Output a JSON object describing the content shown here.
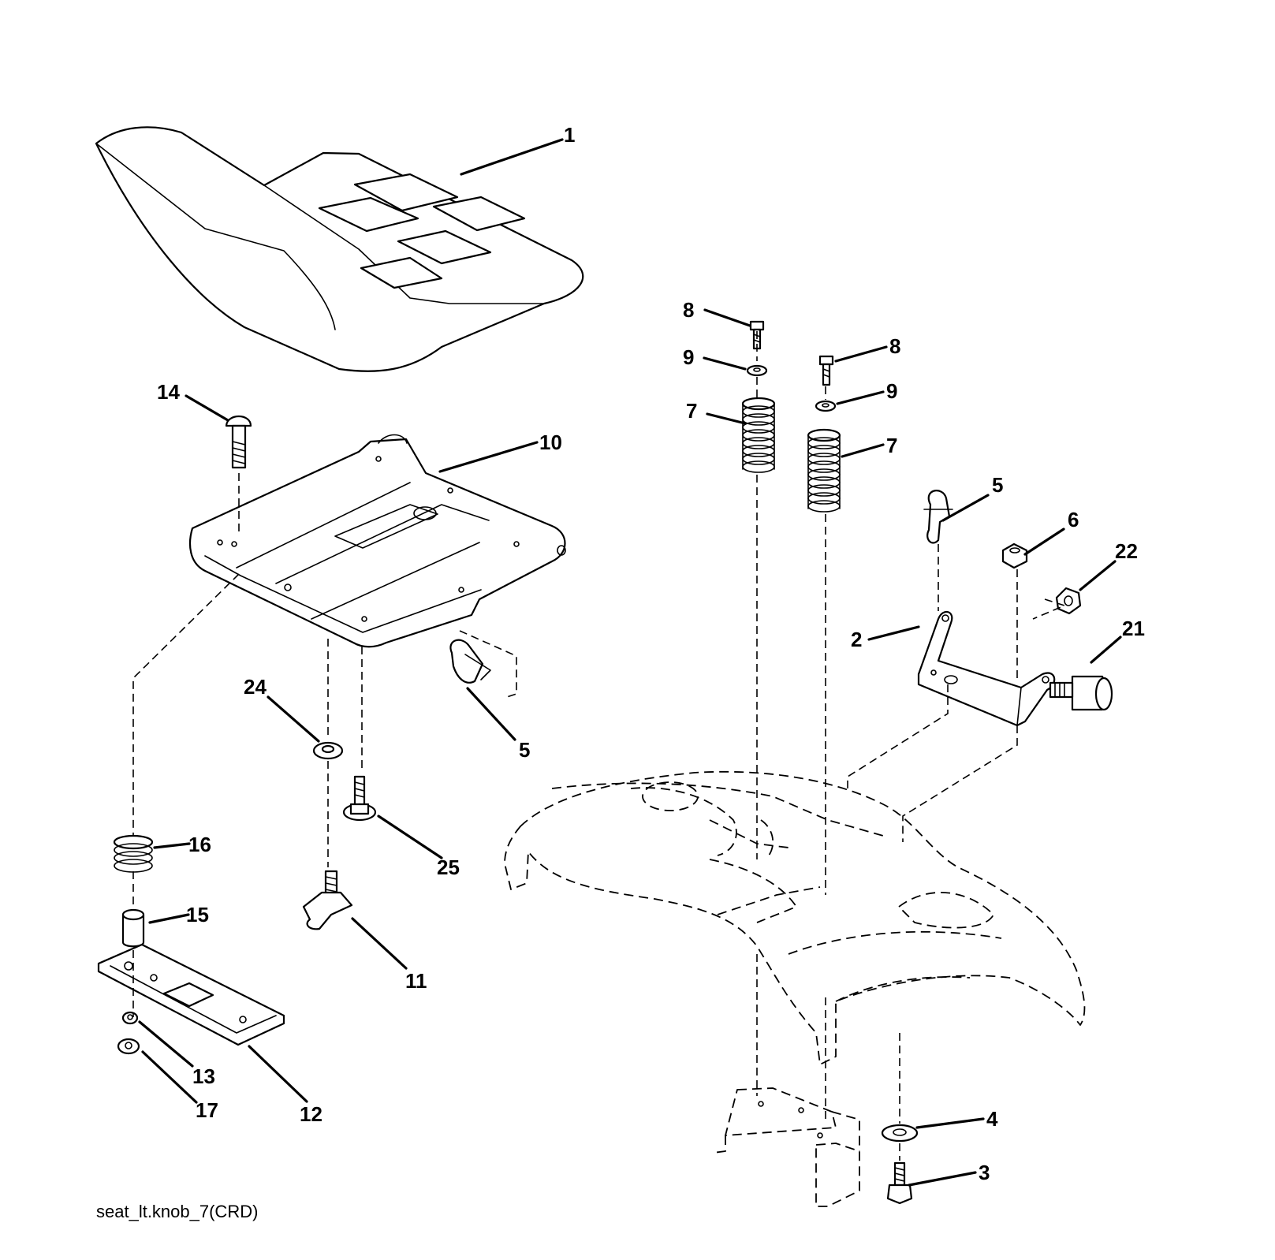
{
  "diagram": {
    "caption": "seat_lt.knob_7(CRD)",
    "callouts": [
      {
        "id": "c1",
        "label": "1"
      },
      {
        "id": "c2",
        "label": "2"
      },
      {
        "id": "c3",
        "label": "3"
      },
      {
        "id": "c4",
        "label": "4"
      },
      {
        "id": "c5a",
        "label": "5"
      },
      {
        "id": "c5b",
        "label": "5"
      },
      {
        "id": "c6",
        "label": "6"
      },
      {
        "id": "c7a",
        "label": "7"
      },
      {
        "id": "c7b",
        "label": "7"
      },
      {
        "id": "c8a",
        "label": "8"
      },
      {
        "id": "c8b",
        "label": "8"
      },
      {
        "id": "c9a",
        "label": "9"
      },
      {
        "id": "c9b",
        "label": "9"
      },
      {
        "id": "c10",
        "label": "10"
      },
      {
        "id": "c11",
        "label": "11"
      },
      {
        "id": "c12",
        "label": "12"
      },
      {
        "id": "c13",
        "label": "13"
      },
      {
        "id": "c14",
        "label": "14"
      },
      {
        "id": "c15",
        "label": "15"
      },
      {
        "id": "c16",
        "label": "16"
      },
      {
        "id": "c17",
        "label": "17"
      },
      {
        "id": "c21",
        "label": "21"
      },
      {
        "id": "c22",
        "label": "22"
      },
      {
        "id": "c24",
        "label": "24"
      },
      {
        "id": "c25",
        "label": "25"
      }
    ]
  }
}
